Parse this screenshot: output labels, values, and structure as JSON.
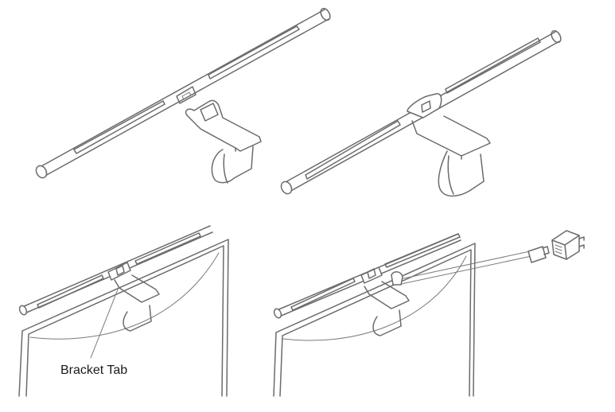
{
  "figure": {
    "panels": [
      {
        "id": "step-1",
        "description": "Light bar and separate monitor clip bracket"
      },
      {
        "id": "step-2",
        "description": "Light bar attached to monitor clip bracket"
      },
      {
        "id": "step-3",
        "description": "Light bar mounted on monitor top with bracket tab callout"
      },
      {
        "id": "step-4",
        "description": "Mounted light bar connected via USB cable to power adapter"
      }
    ],
    "callout": {
      "label": "Bracket Tab"
    },
    "colors": {
      "line": "#6b6b6b",
      "background": "#ffffff",
      "text": "#1a1a1a"
    }
  }
}
